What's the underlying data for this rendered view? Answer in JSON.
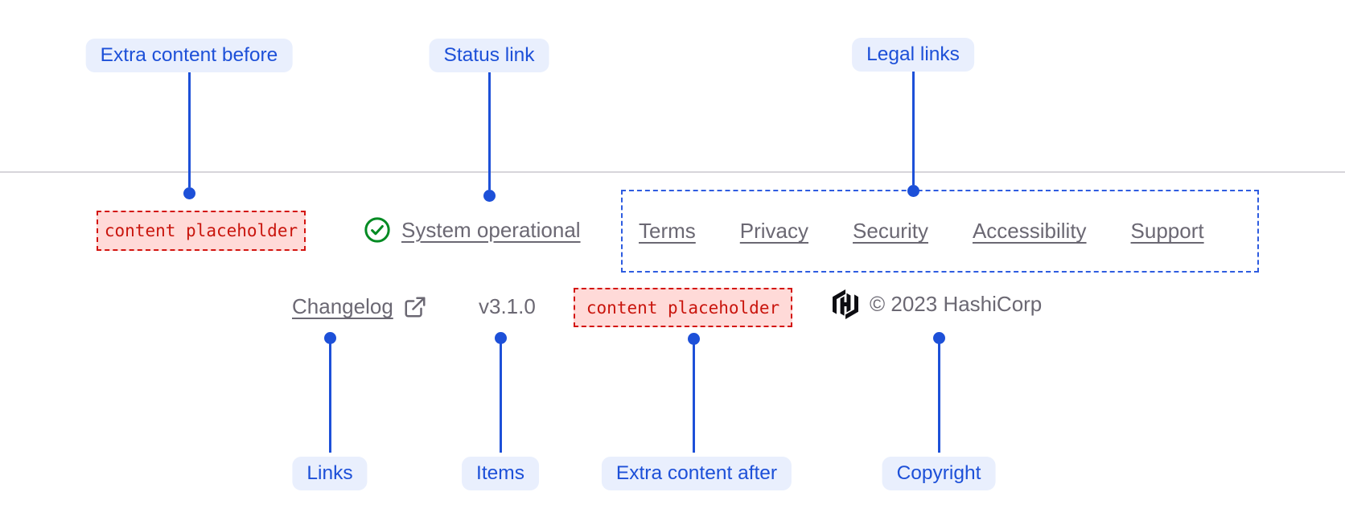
{
  "colors": {
    "annotation_blue": "#1d50d8",
    "annotation_pill_bg": "#e9effd",
    "legal_outline_blue": "#2e5ce0",
    "placeholder_red_text": "#c9150d",
    "placeholder_red_border": "#d31510",
    "placeholder_red_bg": "#ffdad8",
    "footer_text_gray": "#6b6873",
    "status_green": "#008a22",
    "divider_gray": "#d7d5da",
    "logo_black": "#0d0d12"
  },
  "annotations": {
    "extra_before": {
      "label": "Extra content before"
    },
    "status_link": {
      "label": "Status link"
    },
    "legal_links": {
      "label": "Legal links"
    },
    "links": {
      "label": "Links"
    },
    "items": {
      "label": "Items"
    },
    "extra_after": {
      "label": "Extra content after"
    },
    "copyright": {
      "label": "Copyright"
    }
  },
  "footer": {
    "extra_content_before": "content placeholder",
    "status": {
      "label": "System operational",
      "icon": "check-circle-icon"
    },
    "legal_links": [
      "Terms",
      "Privacy",
      "Security",
      "Accessibility",
      "Support"
    ],
    "links": [
      {
        "label": "Changelog",
        "icon": "external-link-icon"
      }
    ],
    "items": [
      "v3.1.0"
    ],
    "extra_content_after": "content placeholder",
    "copyright": {
      "text": "© 2023 HashiCorp",
      "logo": "hashicorp-logo"
    }
  }
}
